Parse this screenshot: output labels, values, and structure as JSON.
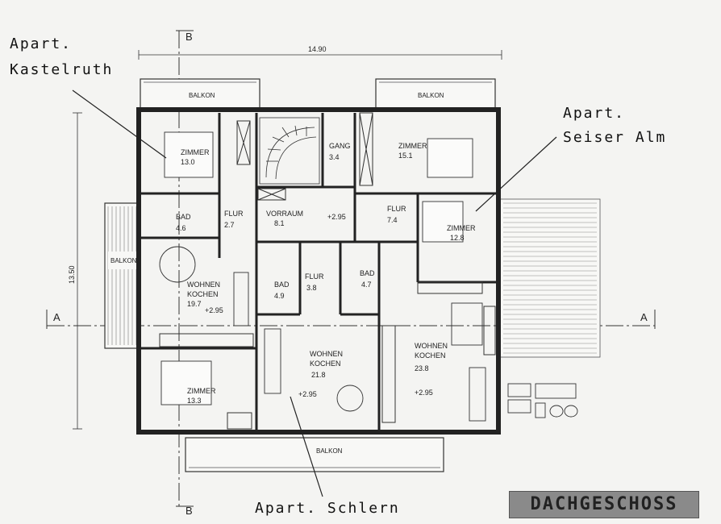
{
  "title": "DACHGESCHOSS",
  "apartments": {
    "kastelruth": [
      "Apart.",
      "Kastelruth"
    ],
    "seiser_alm": [
      "Apart.",
      "Seiser Alm"
    ],
    "schlern": "Apart. Schlern"
  },
  "dimensions": {
    "width": "14.90",
    "depth": "13.50"
  },
  "section_marks": {
    "a": "A",
    "b": "B"
  },
  "balconies": {
    "top_left": "BALKON",
    "top_right": "BALKON",
    "left": "BALKON",
    "bottom": "BALKON"
  },
  "rooms": {
    "zimmer_nw": {
      "name": "ZIMMER",
      "area": "13.0"
    },
    "flur_w": {
      "name": "FLUR",
      "area": "2.7"
    },
    "bad_w": {
      "name": "BAD",
      "area": "4.6"
    },
    "wohnen_w": {
      "name": [
        "WOHNEN",
        "KOCHEN"
      ],
      "area": "19.7",
      "level": "+2.95"
    },
    "zimmer_sw": {
      "name": "ZIMMER",
      "area": "13.3"
    },
    "vorraum": {
      "name": "VORRAUM",
      "area": "8.1",
      "level": "+2.95"
    },
    "gang": {
      "name": "GANG",
      "area": "3.4"
    },
    "zimmer_ne": {
      "name": "ZIMMER",
      "area": "15.1"
    },
    "flur_e": {
      "name": "FLUR",
      "area": "7.4"
    },
    "zimmer_e": {
      "name": "ZIMMER",
      "area": "12.8"
    },
    "bad_c": {
      "name": "BAD",
      "area": "4.9"
    },
    "flur_c": {
      "name": "FLUR",
      "area": "3.8"
    },
    "bad_e": {
      "name": "BAD",
      "area": "4.7"
    },
    "wohnen_c": {
      "name": [
        "WOHNEN",
        "KOCHEN"
      ],
      "area": "21.8",
      "level": "+2.95"
    },
    "wohnen_e": {
      "name": [
        "WOHNEN",
        "KOCHEN"
      ],
      "area": "23.8",
      "level": "+2.95"
    }
  }
}
